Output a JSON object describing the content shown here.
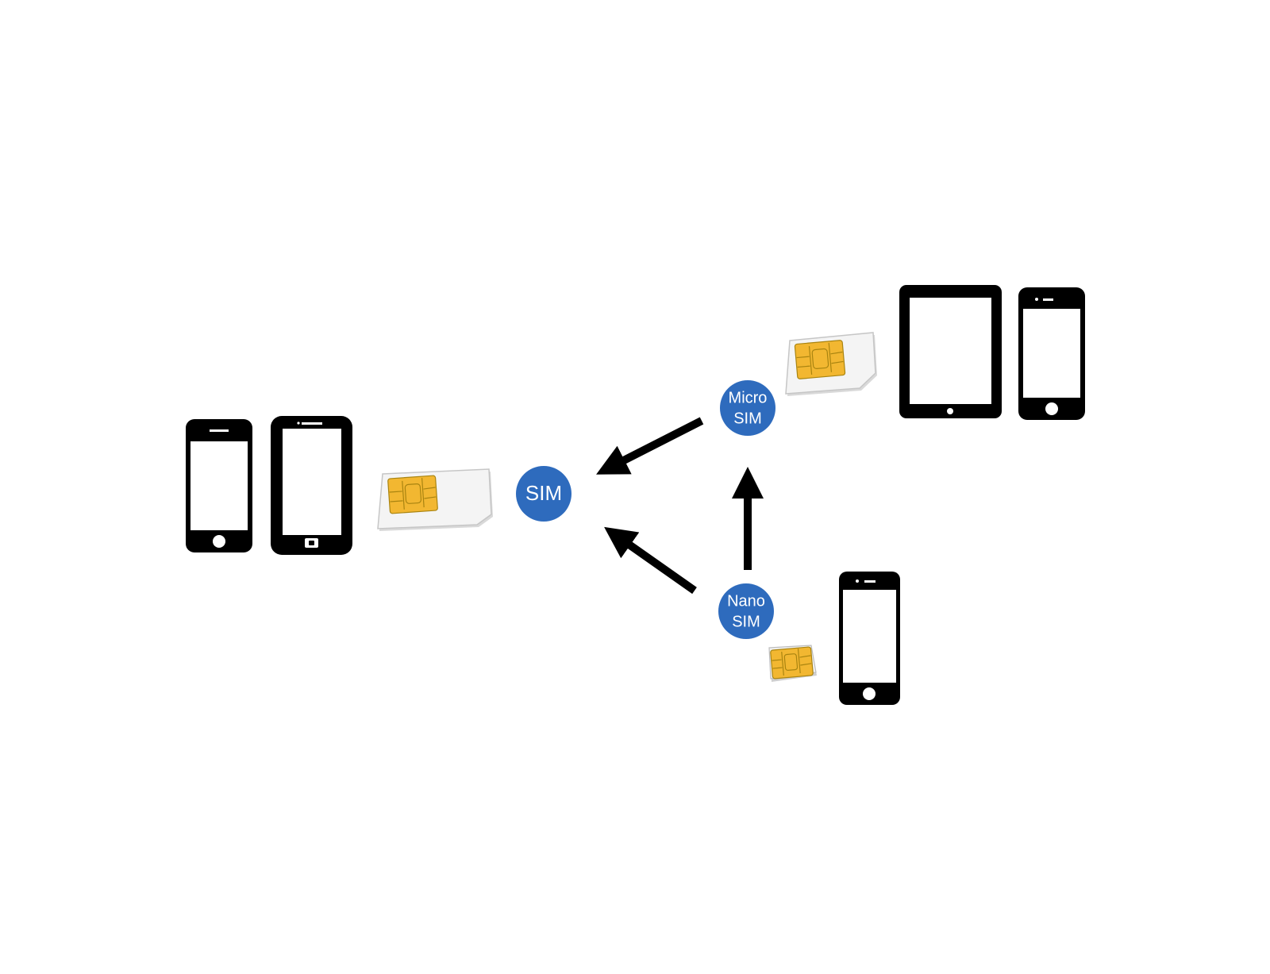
{
  "colors": {
    "background": "#ffffff",
    "device": "#000000",
    "badge": "#2e6bbd",
    "badge_text": "#ffffff",
    "sim_card": "#f4f4f4",
    "sim_chip": "#f2b731",
    "arrow": "#000000"
  },
  "badges": {
    "sim": {
      "label": "SIM"
    },
    "micro": {
      "line1": "Micro",
      "line2": "SIM"
    },
    "nano": {
      "line1": "Nano",
      "line2": "SIM"
    }
  },
  "icons": {
    "standard_group": [
      "smartphone-icon",
      "android-phone-icon",
      "standard-sim-card-icon"
    ],
    "micro_group": [
      "micro-sim-card-icon",
      "tablet-icon",
      "smartphone-icon"
    ],
    "nano_group": [
      "nano-sim-card-icon",
      "smartphone-icon"
    ],
    "arrows": [
      "arrow-micro-to-sim",
      "arrow-nano-to-sim",
      "arrow-nano-to-micro"
    ]
  }
}
